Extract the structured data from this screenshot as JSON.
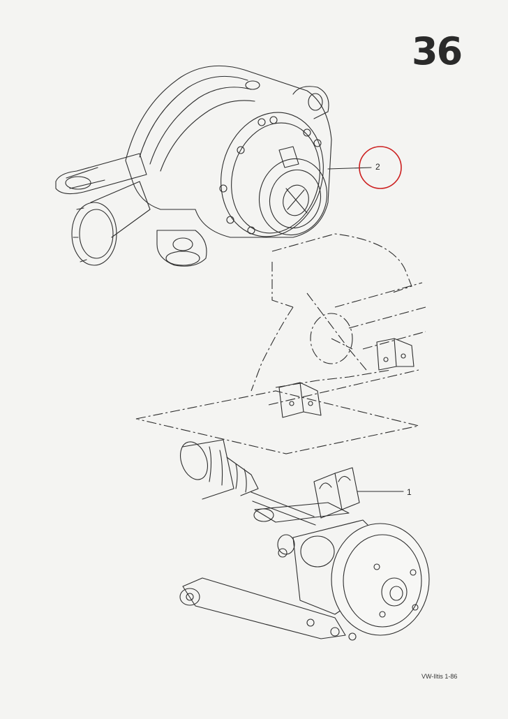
{
  "page": {
    "number": "36",
    "footer": "VW-Iltis 1-86"
  },
  "callouts": [
    {
      "id": "2",
      "label": "2",
      "highlighted": true,
      "highlight_color": "#cc1f1f"
    },
    {
      "id": "1",
      "label": "1",
      "highlighted": false
    }
  ],
  "colors": {
    "line": "#2d2d2d",
    "background": "#f4f4f2",
    "highlight": "#cc1f1f"
  }
}
